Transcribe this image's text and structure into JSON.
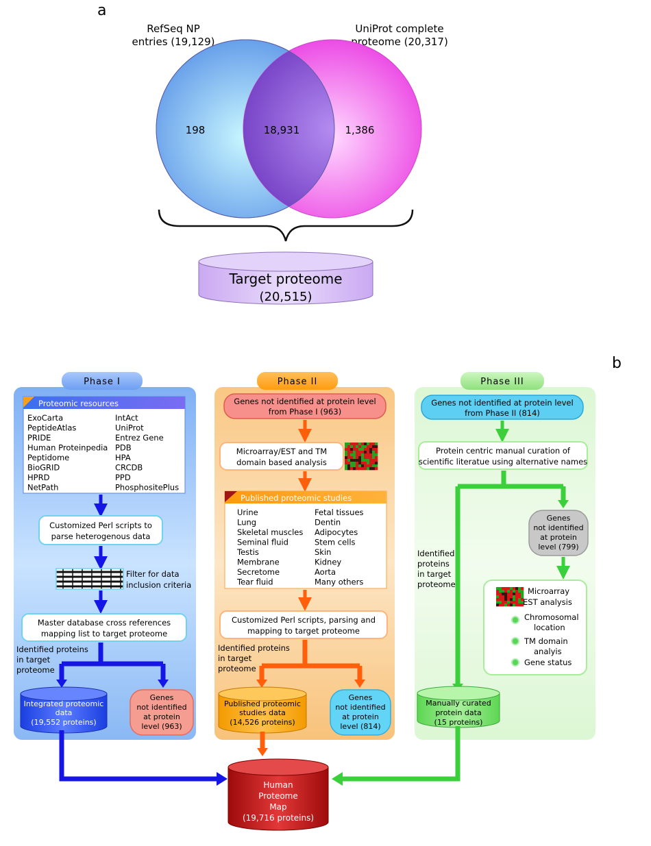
{
  "panel_a": {
    "label": "a",
    "venn": {
      "left": {
        "title_line1": "RefSeq NP",
        "title_line2": "entries (19,129)",
        "only": "198",
        "color": "#6aa8ec"
      },
      "right": {
        "title_line1": "UniProt complete",
        "title_line2": "proteome (20,317)",
        "only": "1,386",
        "color": "#ee4ee6"
      },
      "overlap": "18,931",
      "overlap_color": "#7a3fc9"
    },
    "target": {
      "line1": "Target proteome",
      "line2": "(20,515)",
      "color": "#d7bff5"
    }
  },
  "panel_b": {
    "label": "b",
    "phase1": {
      "tab": "Phase I",
      "color": "#5b8ff0",
      "resources_title": "Proteomic resources",
      "resources_col1": [
        "ExoCarta",
        "PeptideAtlas",
        "PRIDE",
        "Human Proteinpedia",
        "Peptidome",
        "BioGRID",
        "HPRD",
        "NetPath"
      ],
      "resources_col2": [
        "IntAct",
        "UniProt",
        "Entrez Gene",
        "PDB",
        "HPA",
        "CRCDB",
        "PPD",
        "PhosphositePlus"
      ],
      "perl_line1": "Customized Perl scripts to",
      "perl_line2": "parse heterogenous data",
      "filter_line1": "Filter for data",
      "filter_line2": "inclusion criteria",
      "master_line1": "Master database cross references",
      "master_line2": "mapping list to target proteome",
      "identified_line1": "Identified proteins",
      "identified_line2": "in target",
      "identified_line3": "proteome",
      "integrated_line1": "Integrated proteomic",
      "integrated_line2": "data",
      "integrated_line3": "(19,552 proteins)",
      "genes_line1": "Genes",
      "genes_line2": "not identified",
      "genes_line3": "at protein",
      "genes_line4": "level (963)"
    },
    "phase2": {
      "tab": "Phase II",
      "color": "#ff6a1a",
      "start_line1": "Genes not identified at protein level",
      "start_line2": "from Phase I (963)",
      "micro_line1": "Microarray/EST and TM",
      "micro_line2": "domain based analysis",
      "studies_title": "Published proteomic studies",
      "studies_col1": [
        "Urine",
        "Lung",
        "Skeletal muscles",
        "Seminal fluid",
        "Testis",
        "Membrane",
        "Secretome",
        "Tear fluid"
      ],
      "studies_col2": [
        "Fetal tissues",
        "Dentin",
        "Adipocytes",
        "Stem cells",
        "Skin",
        "Kidney",
        "Aorta",
        "Many others"
      ],
      "perl_line1": "Customized Perl scripts, parsing and",
      "perl_line2": "mapping to target proteome",
      "identified_line1": "Identified proteins",
      "identified_line2": "in target",
      "identified_line3": "proteome",
      "published_line1": "Published proteomic",
      "published_line2": "studies data",
      "published_line3": "(14,526 proteins)",
      "genes_line1": "Genes",
      "genes_line2": "not identified",
      "genes_line3": "at protein",
      "genes_line4": "level (814)"
    },
    "phase3": {
      "tab": "Phase III",
      "color": "#3ccf3c",
      "start_line1": "Genes not identified at protein level",
      "start_line2": "from Phase II (814)",
      "curation_line1": "Protein centric manual curation of",
      "curation_line2": "scientific literatue using alternative names",
      "identified_line1": "Identified",
      "identified_line2": "proteins",
      "identified_line3": "in target",
      "identified_line4": "proteome",
      "genes_line1": "Genes",
      "genes_line2": "not identified",
      "genes_line3": "at protein",
      "genes_line4": "level (799)",
      "analysis_line1": "Microarray",
      "analysis_line2": "EST analysis",
      "chromo_line1": "Chromosomal",
      "chromo_line2": "location",
      "tm_line1": "TM domain",
      "tm_line2": "analyis",
      "status": "Gene status",
      "curated_line1": "Manually curated",
      "curated_line2": "protein data",
      "curated_line3": "(15 proteins)"
    },
    "final": {
      "line1": "Human",
      "line2": "Proteome",
      "line3": "Map",
      "line4": "(19,716 proteins)",
      "color": "#c41010"
    }
  }
}
